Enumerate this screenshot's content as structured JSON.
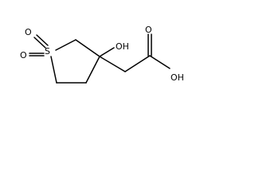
{
  "molecule": {
    "atoms": {
      "sulfur": "S",
      "sulfonyl_oxygen_upper": "O",
      "sulfonyl_oxygen_lower": "O",
      "hydroxyl": "OH",
      "carbonyl_oxygen": "O",
      "acid_hydroxyl": "OH"
    }
  }
}
